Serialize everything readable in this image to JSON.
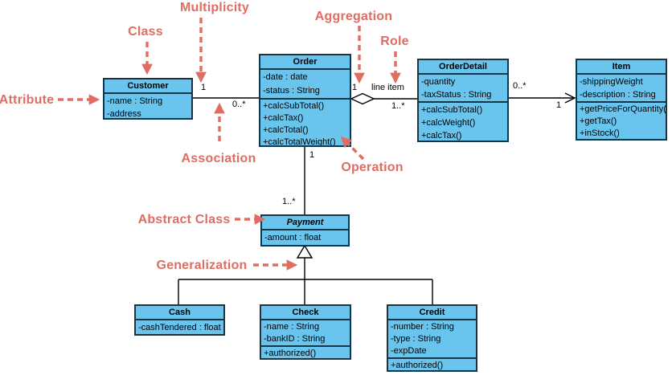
{
  "colors": {
    "class_fill": "#69c5ee",
    "class_border": "#143647",
    "annotation_red": "#de6d62",
    "connector": "#000000"
  },
  "classes": {
    "customer": {
      "name": "Customer",
      "attributes": [
        "-name : String",
        "-address"
      ]
    },
    "order": {
      "name": "Order",
      "attributes": [
        "-date : date",
        "-status : String"
      ],
      "operations": [
        "+calcSubTotal()",
        "+calcTax()",
        "+calcTotal()",
        "+calcTotalWeight()"
      ]
    },
    "order_detail": {
      "name": "OrderDetail",
      "attributes": [
        "-quantity",
        "-taxStatus : String"
      ],
      "operations": [
        "+calcSubTotal()",
        "+calcWeight()",
        "+calcTax()"
      ]
    },
    "item": {
      "name": "Item",
      "attributes": [
        "-shippingWeight",
        "-description : String"
      ],
      "operations": [
        "+getPriceForQuantity()",
        "+getTax()",
        "+inStock()"
      ]
    },
    "payment": {
      "name": "Payment",
      "abstract": true,
      "attributes": [
        "-amount : float"
      ]
    },
    "cash": {
      "name": "Cash",
      "attributes": [
        "-cashTendered : float"
      ]
    },
    "check": {
      "name": "Check",
      "attributes": [
        "-name : String",
        "-bankID : String"
      ],
      "operations": [
        "+authorized()"
      ]
    },
    "credit": {
      "name": "Credit",
      "attributes": [
        "-number : String",
        "-type : String",
        "-expDate"
      ],
      "operations": [
        "+authorized()"
      ]
    }
  },
  "edge_labels": {
    "customer_order_customer_end": "1",
    "customer_order_order_end": "0..*",
    "aggregation_order_end": "1",
    "role_name": "line item",
    "aggregation_detail_end": "1..*",
    "detail_item_detail_end": "0..*",
    "detail_item_item_end": "1",
    "order_payment_order_end": "1",
    "order_payment_payment_end": "1..*"
  },
  "callouts": {
    "multiplicity": "Multiplicity",
    "class": "Class",
    "attribute": "Attribute",
    "aggregation": "Aggregation",
    "role": "Role",
    "association": "Association",
    "operation": "Operation",
    "abstract_class": "Abstract Class",
    "generalization": "Generalization"
  }
}
